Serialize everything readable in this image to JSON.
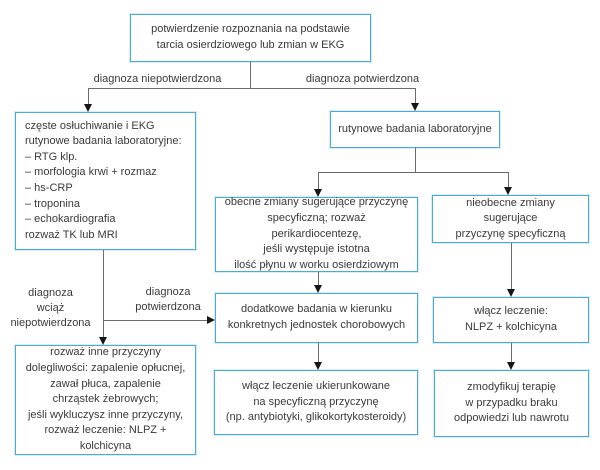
{
  "flowchart": {
    "colors": {
      "box_border": "#4babd3",
      "connector_line": "#6c6c6c",
      "arrowhead": "#161616",
      "text": "#3a3a39",
      "background": "#ffffff"
    },
    "nodes": {
      "root": "potwierdzenie rozpoznania na podstawie\ntarcia osierdziowego lub zmian w EKG",
      "auscultation": "częste osłuchiwanie i EKG\nrutynowe badania laboratoryjne:\n– RTG klp.\n– morfologia krwi + rozmaz\n– hs-CRP\n– troponina\n– echokardiografia\nrozważ TK lub MRI",
      "routine_labs": "rutynowe badania laboratoryjne",
      "changes_present": "obecne zmiany sugerujące przyczynę\nspecyficzną; rozważ perikardiocentezę,\njeśli występuje istotna\nilość płynu w worku osierdziowym",
      "changes_absent": "nieobecne zmiany sugerujące\nprzyczynę specyficzną",
      "additional_tests": "dodatkowe badania w kierunku\nkonkretnych jednostek chorobowych",
      "start_treatment": "włącz leczenie:\nNLPZ + kolchicyna",
      "consider_other_causes": "rozważ inne przyczyny\ndolegliwości: zapalenie opłucnej,\nzawał płuca, zapalenie\nchrząstek żebrowych;\njeśli wykluczysz inne przyczyny,\nrozważ leczenie: NLPZ + kolchicyna",
      "targeted_treatment": "włącz leczenie ukierunkowane\nna specyficzną przyczynę\n(np. antybiotyki, glikokortykosteroidy)",
      "modify_therapy": "zmodyfikuj terapię\nw przypadku braku\nodpowiedzi lub nawrotu"
    },
    "edge_labels": {
      "diagnosis_not_confirmed": "diagnoza niepotwierdzona",
      "diagnosis_confirmed": "diagnoza potwierdzona",
      "diagnosis_still_not_confirmed": "diagnoza\nwciąż\nniepotwierdzona",
      "diagnosis_confirmed_lower": "diagnoza\npotwierdzona"
    }
  }
}
